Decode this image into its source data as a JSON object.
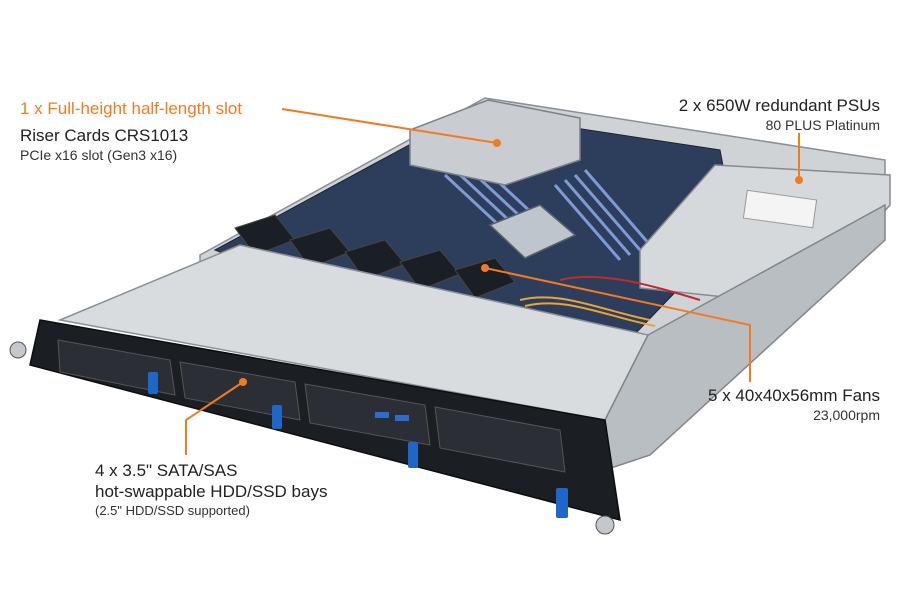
{
  "accent_color": "#f07c22",
  "callouts": {
    "riser": {
      "title": "1 x Full-height half-length slot",
      "line2": "Riser Cards CRS1013",
      "line3": "PCIe x16 slot (Gen3 x16)"
    },
    "psu": {
      "title": "2 x 650W redundant PSUs",
      "line2": "80 PLUS Platinum"
    },
    "fans": {
      "title": "5 x 40x40x56mm Fans",
      "line2": "23,000rpm"
    },
    "bays": {
      "title": "4 x 3.5\" SATA/SAS",
      "line2": "hot-swappable HDD/SSD bays",
      "line3": "(2.5\" HDD/SSD supported)"
    }
  },
  "icons": {
    "server": "rack-server-illustration",
    "leader_dot": "callout-dot"
  }
}
